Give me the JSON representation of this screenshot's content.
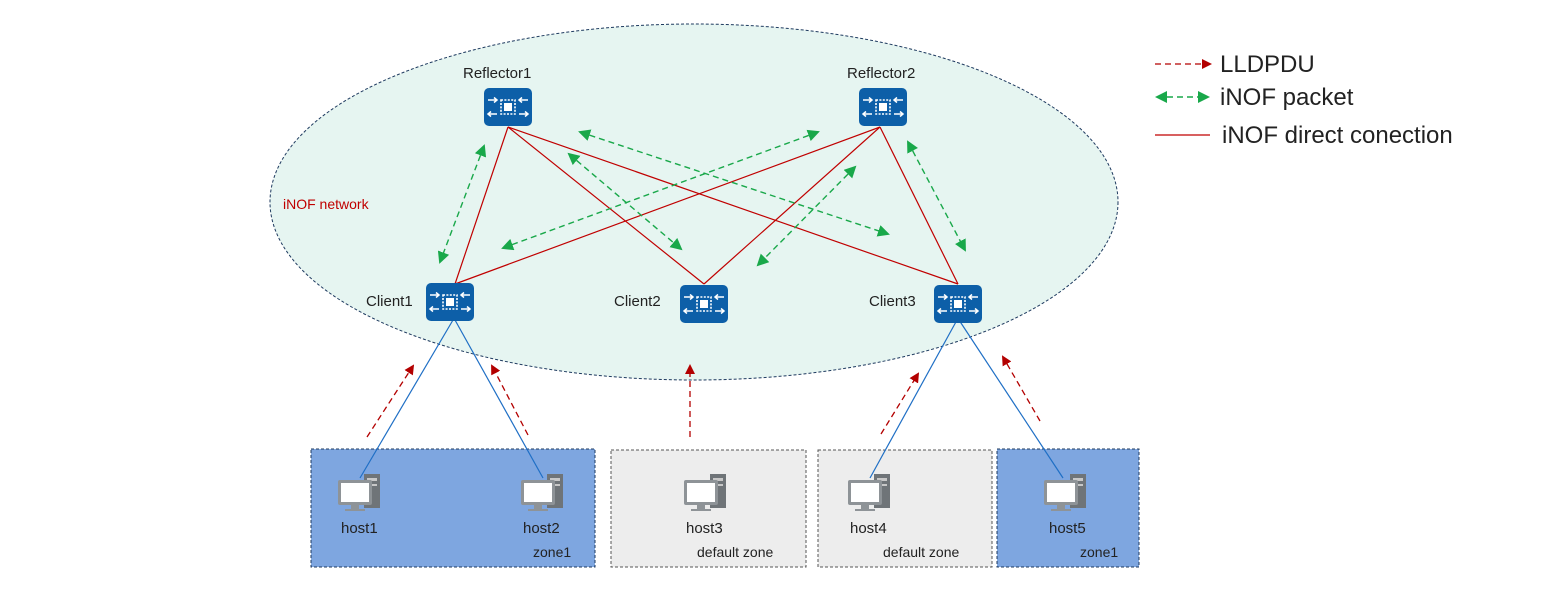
{
  "network_label": "iNOF network",
  "nodes": {
    "reflector1": "Reflector1",
    "reflector2": "Reflector2",
    "client1": "Client1",
    "client2": "Client2",
    "client3": "Client3"
  },
  "hosts": {
    "host1": "host1",
    "host2": "host2",
    "host3": "host3",
    "host4": "host4",
    "host5": "host5"
  },
  "zones": {
    "zone_a": "zone1",
    "zone_b": "default zone",
    "zone_c": "default zone",
    "zone_d": "zone1"
  },
  "legend": {
    "lldpdu": "LLDPDU",
    "inof_packet": "iNOF packet",
    "inof_direct": "iNOF direct conection"
  },
  "colors": {
    "lldpdu": "#b30000",
    "inof_packet": "#19a84a",
    "inof_direct": "#c00000",
    "host_link": "#1f6fc5",
    "device": "#0d5fa8",
    "network_fill": "#e6f5f1",
    "zone1_fill": "#7ea6e0",
    "default_zone_fill": "#ededed"
  }
}
